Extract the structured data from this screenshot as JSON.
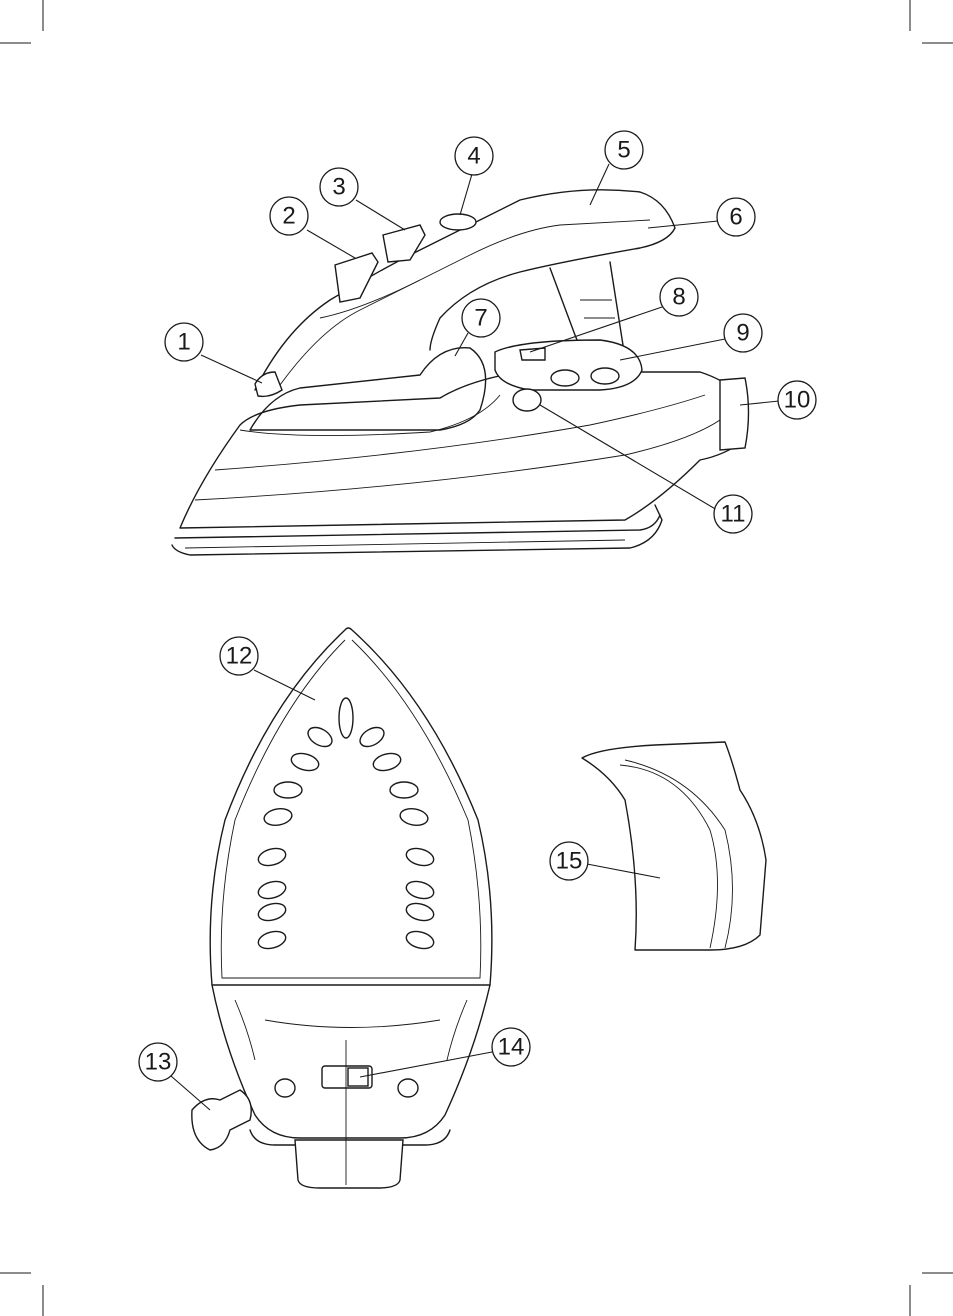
{
  "callouts": [
    "1",
    "2",
    "3",
    "4",
    "5",
    "6",
    "7",
    "8",
    "9",
    "10",
    "11",
    "12",
    "13",
    "14",
    "15"
  ],
  "icons": [
    "crop-marks-icon",
    "steam-iron-side-view",
    "soleplate-bottom-view",
    "handle-cover-part"
  ]
}
